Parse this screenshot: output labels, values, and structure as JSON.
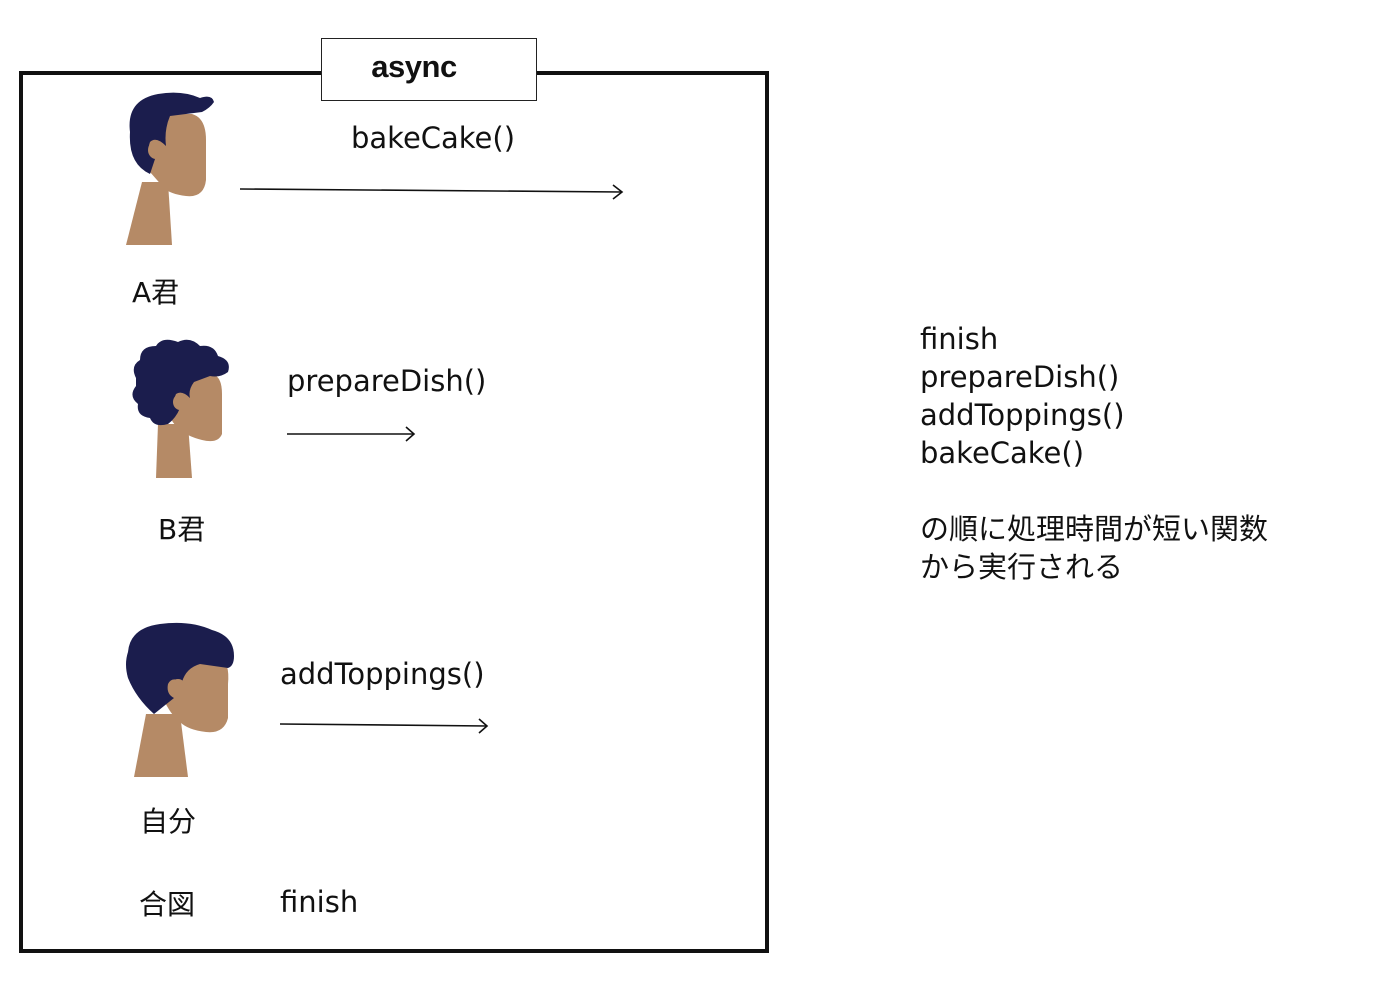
{
  "diagram": {
    "title": "async",
    "actors": [
      {
        "name": "A君",
        "function": "bakeCake()",
        "hair": "short"
      },
      {
        "name": "B君",
        "function": "prepareDish()",
        "hair": "curly"
      },
      {
        "name": "自分",
        "function": "addToppings()",
        "hair": "wavy"
      }
    ],
    "signal": {
      "name": "合図",
      "value": "finish"
    }
  },
  "side_text": {
    "order": [
      "finish",
      "prepareDish()",
      "addToppings()",
      "bakeCake()"
    ],
    "note_line1": "の順に処理時間が短い関数",
    "note_line2": "から実行される"
  },
  "colors": {
    "border": "#111111",
    "hair": "#1b1d4d",
    "skin": "#b58a66",
    "text": "#111111"
  }
}
